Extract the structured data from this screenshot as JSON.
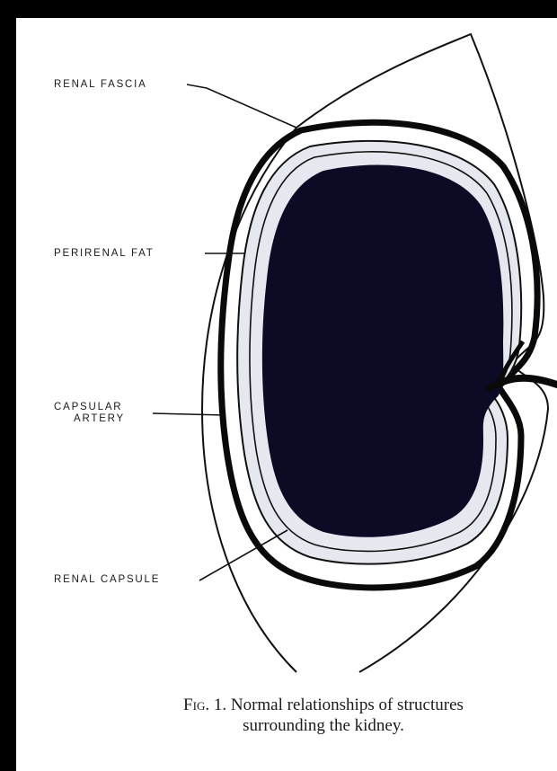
{
  "figure": {
    "labels": {
      "renal_fascia": "RENAL FASCIA",
      "perirenal_fat": "PERIRENAL FAT",
      "capsular_artery_line1": "CAPSULAR",
      "capsular_artery_line2": "ARTERY",
      "renal_capsule": "RENAL CAPSULE"
    },
    "caption": {
      "fig_label": "Fig. 1.",
      "line1": "Normal relationships of structures",
      "line2": "surrounding the kidney."
    },
    "colors": {
      "kidney": "#0b0b26",
      "capsule_band": "#e6e8f0",
      "lines": "#111111",
      "paper": "#ffffff"
    }
  }
}
